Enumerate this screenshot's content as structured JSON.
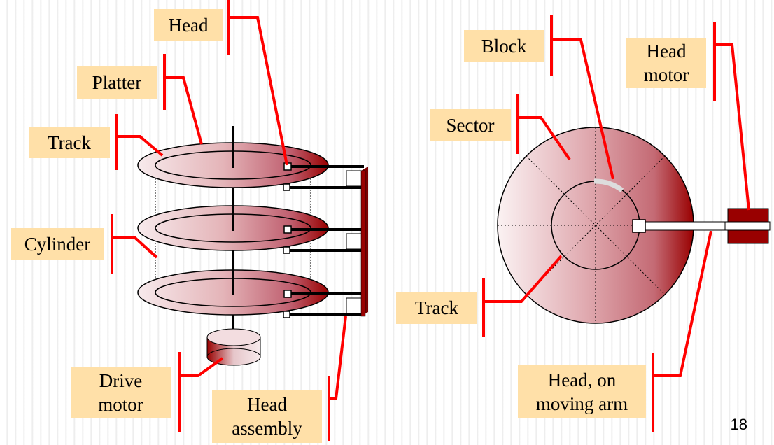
{
  "labels": {
    "head": "Head",
    "platter": "Platter",
    "track_left": "Track",
    "cylinder": "Cylinder",
    "drive_motor_1": "Drive",
    "drive_motor_2": "motor",
    "head_assembly_1": "Head",
    "head_assembly_2": "assembly",
    "block": "Block",
    "head_motor_1": "Head",
    "head_motor_2": "motor",
    "sector": "Sector",
    "track_right": "Track",
    "head_arm_1": "Head, on",
    "head_arm_2": "moving arm"
  },
  "page_number": "18",
  "colors": {
    "callout_line": "#ff0000",
    "label_bg": "#ffe0a8",
    "disk_dark": "#990000",
    "disk_light": "#f5e6e8"
  }
}
